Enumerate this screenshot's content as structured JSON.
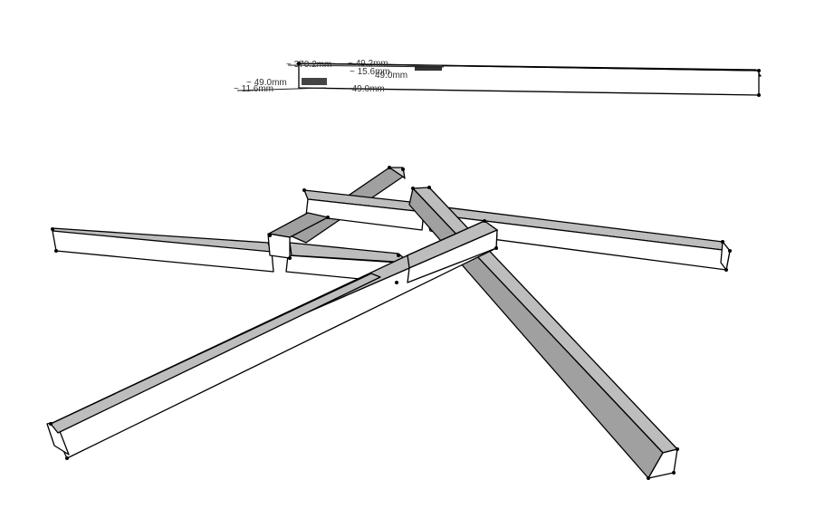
{
  "canvas": {
    "background": "#ffffff"
  },
  "colors": {
    "edge": "#000000",
    "face_light": "#ffffff",
    "face_mid": "#bdbdbd",
    "face_dark": "#a0a0a0"
  },
  "dimensions": {
    "labels": [
      "~ 370.2mm",
      "~ 49.2mm",
      "~ 15.6mm",
      "49.0mm",
      "~ 49.0mm",
      "~ 11.6mm",
      "~ 49.0mm"
    ]
  }
}
